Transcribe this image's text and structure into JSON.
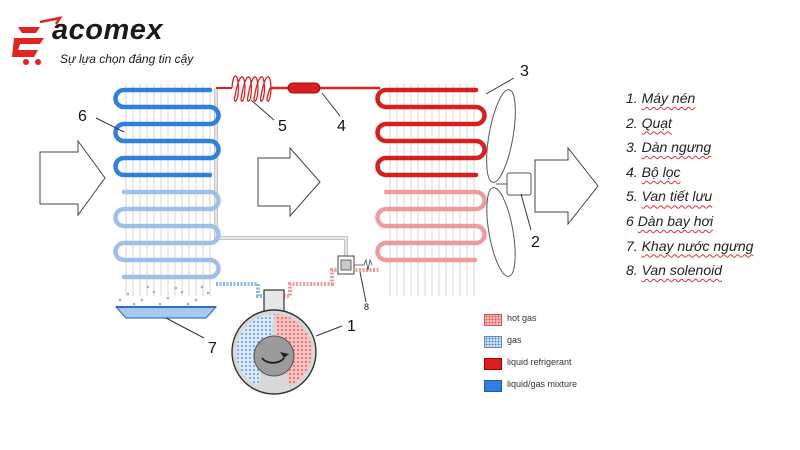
{
  "brand": {
    "name": "acomex",
    "tagline": "Sự lựa chọn đáng tin cậy",
    "color": "#e1241f"
  },
  "component_list": [
    {
      "num": "1.",
      "term": "Máy nén"
    },
    {
      "num": "2.",
      "term": "Quạt"
    },
    {
      "num": "3.",
      "term": "Dàn ngưng"
    },
    {
      "num": "4.",
      "term": "Bộ lọc"
    },
    {
      "num": "5.",
      "term": "Van tiết lưu"
    },
    {
      "num": "6",
      "term": "Dàn bay hơi"
    },
    {
      "num": "7.",
      "term": "Khay nước ngưng"
    },
    {
      "num": "8.",
      "term": "Van solenoid"
    }
  ],
  "callouts": {
    "c1": "1",
    "c2": "2",
    "c3": "3",
    "c4": "4",
    "c5": "5",
    "c6": "6",
    "c7": "7",
    "c8": "8"
  },
  "state_legend": [
    {
      "label": "hot gas",
      "style": "hot"
    },
    {
      "label": "gas",
      "style": "gas"
    },
    {
      "label": "liquid refrigerant",
      "style": "liquid"
    },
    {
      "label": "liquid/gas mixture",
      "style": "mix"
    }
  ],
  "colors": {
    "hot_gas": "#e26a6a",
    "liquid": "#dd1f1f",
    "mixture": "#2f7fdc",
    "gas": "#8fb3e6",
    "pipe": "#bdbdbd"
  }
}
